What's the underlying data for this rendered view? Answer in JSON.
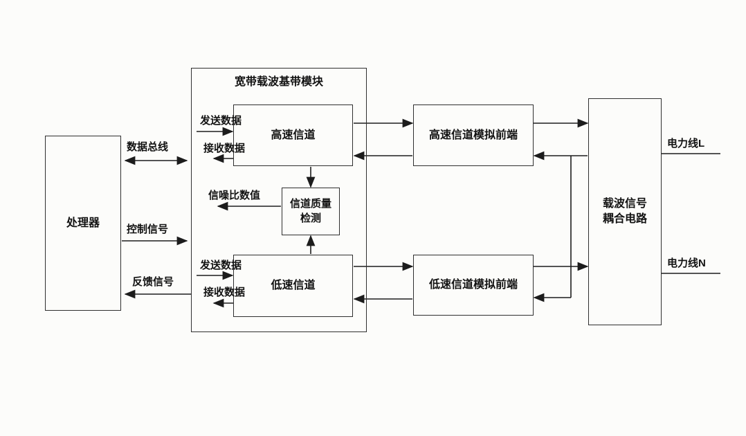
{
  "diagram": {
    "module_title": "宽带载波基带模块",
    "nodes": {
      "processor": "处理器",
      "high_speed_channel": "高速信道",
      "channel_quality": {
        "line1": "信道质量",
        "line2": "检测"
      },
      "low_speed_channel": "低速信道",
      "high_speed_afe": "高速信道模拟前端",
      "low_speed_afe": "低速信道模拟前端",
      "coupling": {
        "line1": "载波信号",
        "line2": "耦合电路"
      }
    },
    "edge_labels": {
      "data_bus": "数据总线",
      "control_signal": "控制信号",
      "feedback_signal": "反馈信号",
      "hs_send_data": "发送数据",
      "hs_receive_data": "接收数据",
      "snr_value": "信噪比数值",
      "ls_send_data": "发送数据",
      "ls_receive_data": "接收数据",
      "power_line_l": "电力线L",
      "power_line_n": "电力线N"
    },
    "colors": {
      "stroke": "#1c1c1c",
      "background": "#fcfcfa"
    }
  }
}
